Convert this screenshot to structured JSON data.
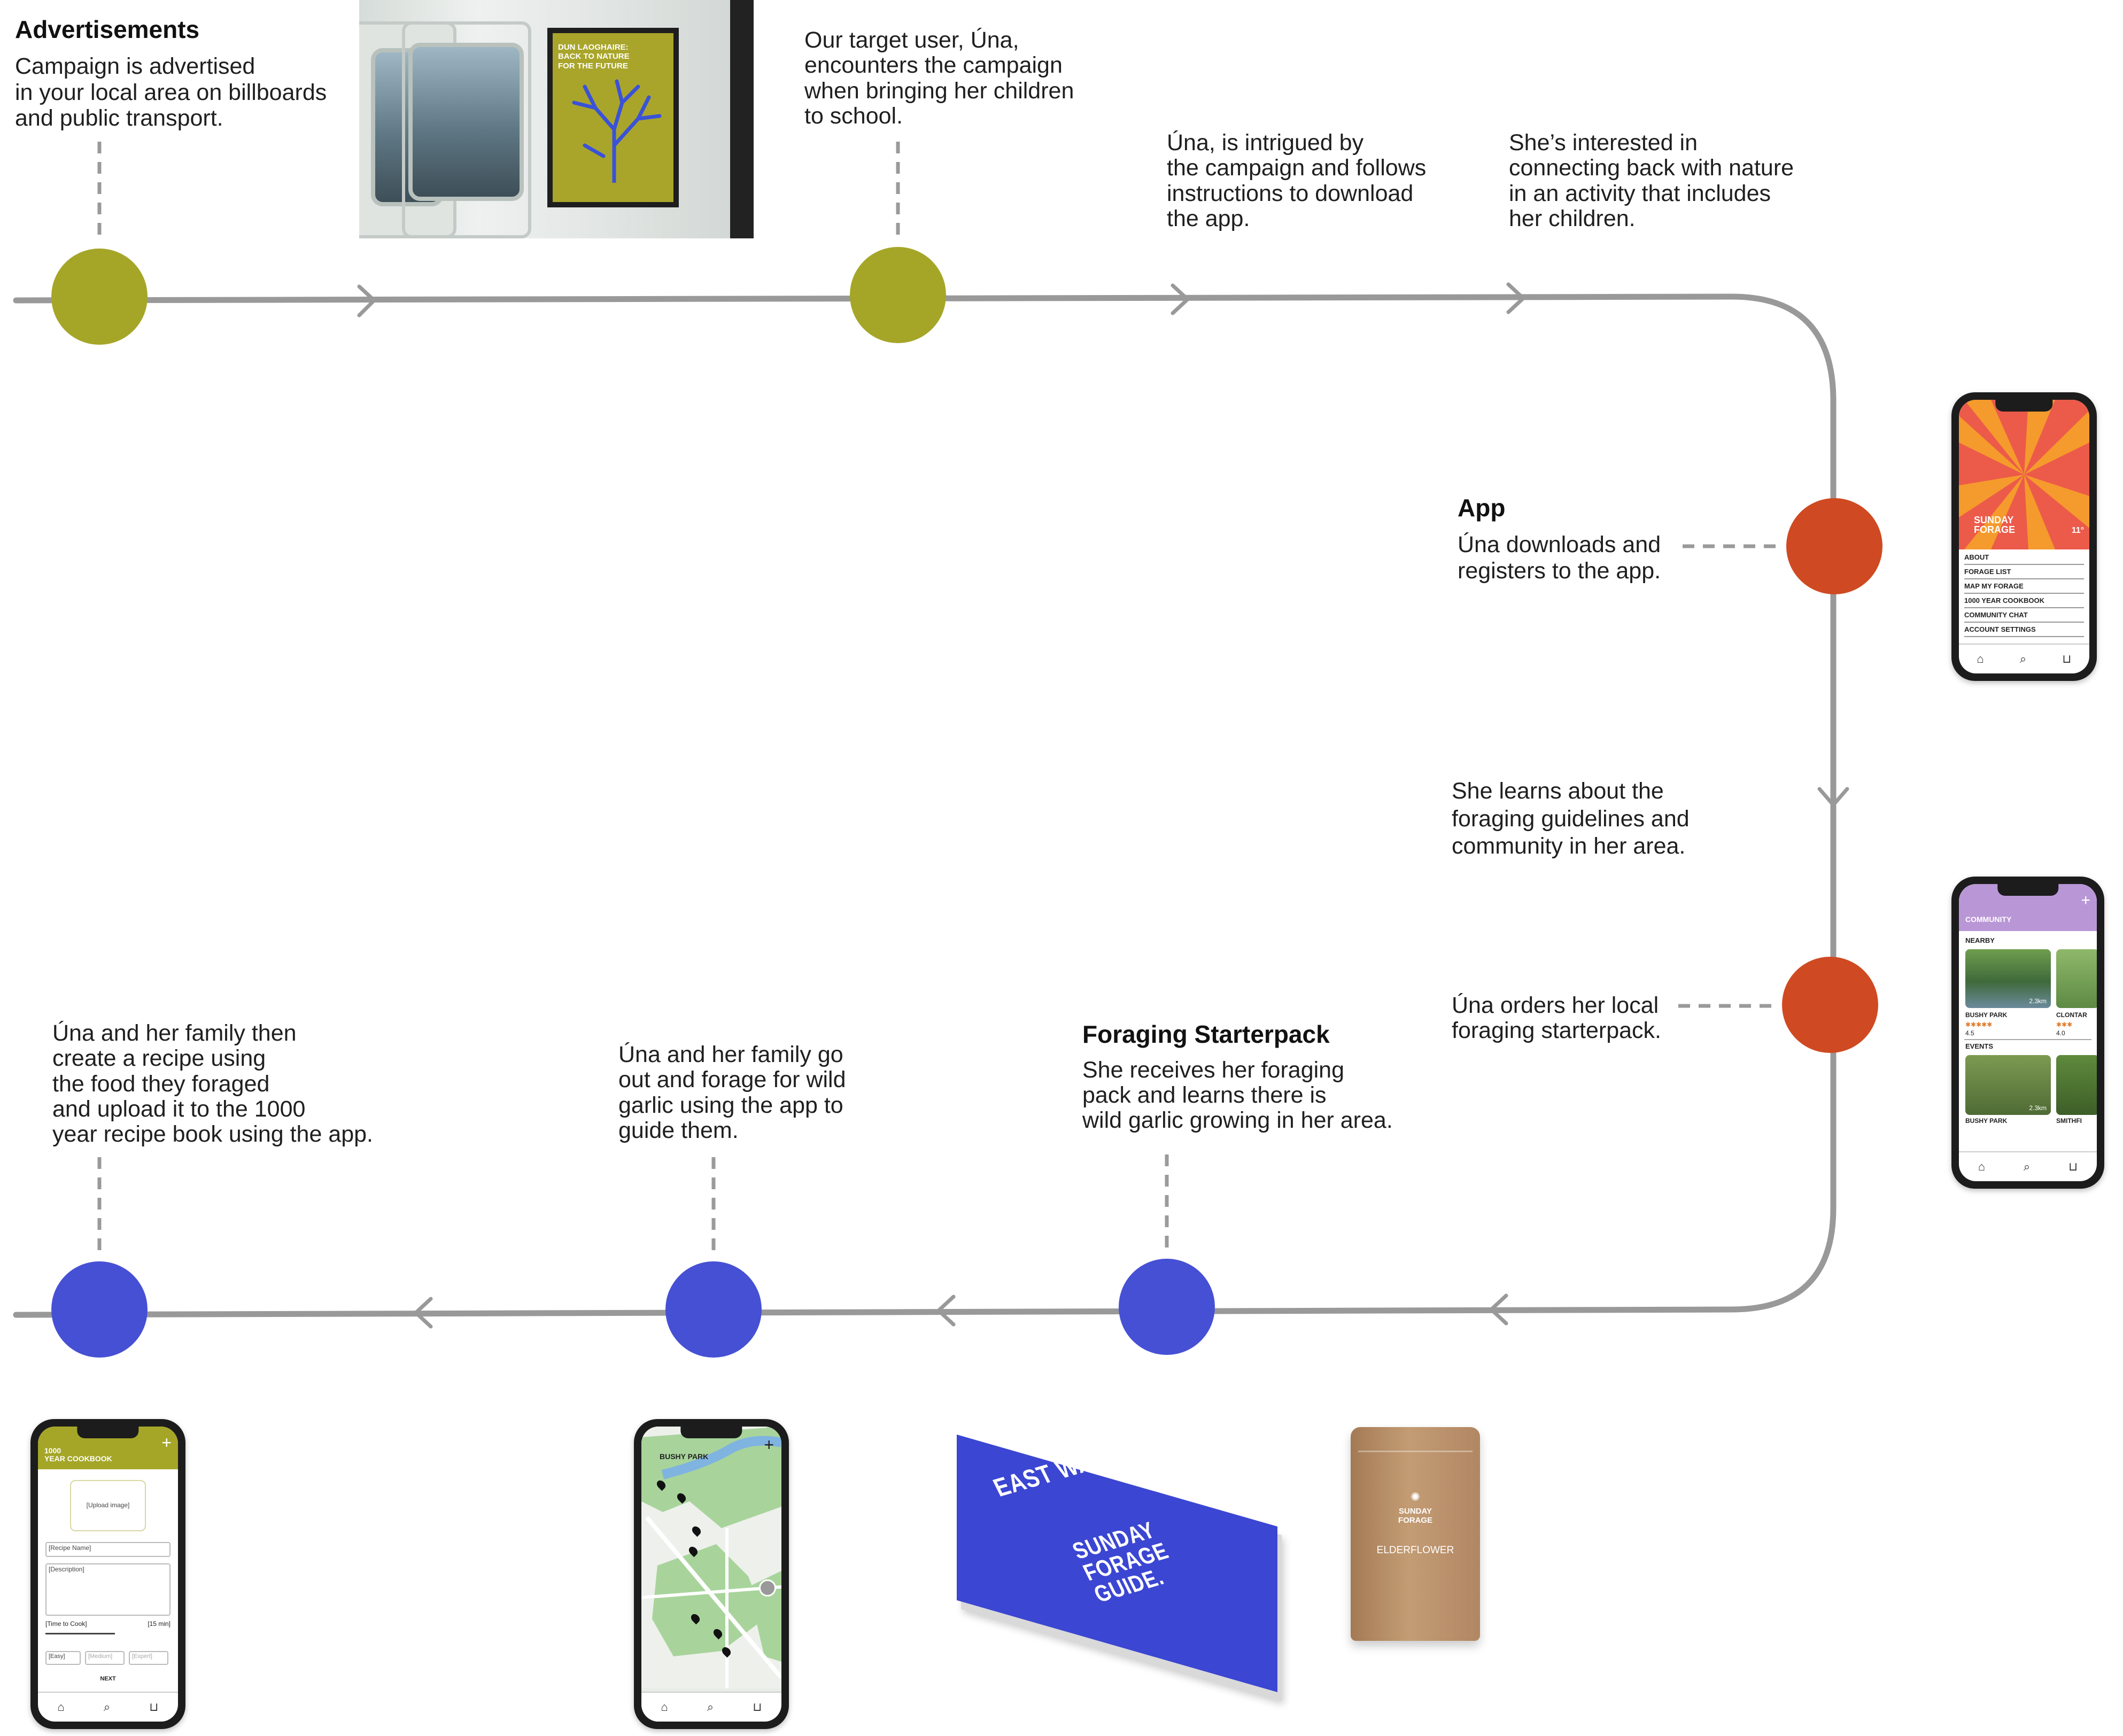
{
  "colors": {
    "olive": "#a5a628",
    "orange": "#cf4a22",
    "blue": "#4650d4",
    "line": "#999999",
    "dash": "#9a9a9a"
  },
  "steps": {
    "advertisements": {
      "heading": "Advertisements",
      "lines": [
        "Campaign is advertised",
        "in your local area on billboards",
        "and public transport."
      ]
    },
    "encounter": {
      "lines": [
        "Our target user, Úna,",
        "encounters the campaign",
        "when bringing her children",
        "to school."
      ]
    },
    "intrigued": {
      "lines": [
        "Úna, is intrigued by",
        "the campaign and follows",
        "instructions to download",
        "the app."
      ]
    },
    "interested": {
      "lines": [
        "She’s interested in",
        "connecting back with nature",
        "in an activity that includes",
        "her children."
      ]
    },
    "app": {
      "heading": "App",
      "lines": [
        "Úna downloads and",
        "registers to the app."
      ]
    },
    "learns": {
      "lines": [
        "She learns about the",
        "foraging guidelines and",
        "community in her area."
      ]
    },
    "orders": {
      "lines": [
        "Úna orders her local",
        "foraging starterpack."
      ]
    },
    "starterpack": {
      "heading": "Foraging Starterpack",
      "lines": [
        "She receives her foraging",
        "pack and learns there is",
        "wild garlic growing in her area."
      ]
    },
    "forage": {
      "lines": [
        "Úna and her family go",
        "out and forage for wild",
        "garlic using the app to",
        "guide them."
      ]
    },
    "recipe": {
      "lines": [
        "Úna and her family then",
        "create a recipe using",
        "the food they foraged",
        "and upload it to the 1000",
        "year recipe book using the app."
      ]
    }
  },
  "poster": {
    "title_lines": [
      "DUN LAOGHAIRE:",
      "BACK TO NATURE",
      "FOR THE FUTURE"
    ]
  },
  "phone_menu": {
    "brand_lines": [
      "SUNDAY",
      "FORAGE"
    ],
    "temp": "11°",
    "items": [
      "ABOUT",
      "FORAGE LIST",
      "MAP MY FORAGE",
      "1000 YEAR COOKBOOK",
      "COMMUNITY CHAT",
      "ACCOUNT SETTINGS"
    ]
  },
  "phone_community": {
    "title": "COMMUNITY",
    "nearby": "NEARBY",
    "card1_distance": "2.3km",
    "card1_name": "BUSHY PARK",
    "card1_rating": "4.5",
    "card2_name": "CLONTAR",
    "card2_rating": "4.0",
    "events": "EVENTS",
    "card3_distance": "2.3km",
    "card3_name": "BUSHY PARK",
    "card4_name": "SMITHFI"
  },
  "phone_map": {
    "title": "BUSHY PARK"
  },
  "phone_cookbook": {
    "title_lines": [
      "1000",
      "YEAR COOKBOOK"
    ],
    "upload": "[Upload image]",
    "recipe_name": "[Recipe Name]",
    "description": "[Description]",
    "time_label": "[Time to Cook]",
    "time_value": "[15 min]",
    "difficulty": [
      "[Easy]",
      "[Medium]",
      "[Expert]"
    ],
    "next": "NEXT"
  },
  "book": {
    "title": "EAST WALL",
    "subtitle_lines": [
      "SUNDAY",
      "FORAGE",
      "GUIDE."
    ]
  },
  "pouch": {
    "brand_lines": [
      "SUNDAY",
      "FORAGE"
    ],
    "product": "ELDERFLOWER"
  }
}
